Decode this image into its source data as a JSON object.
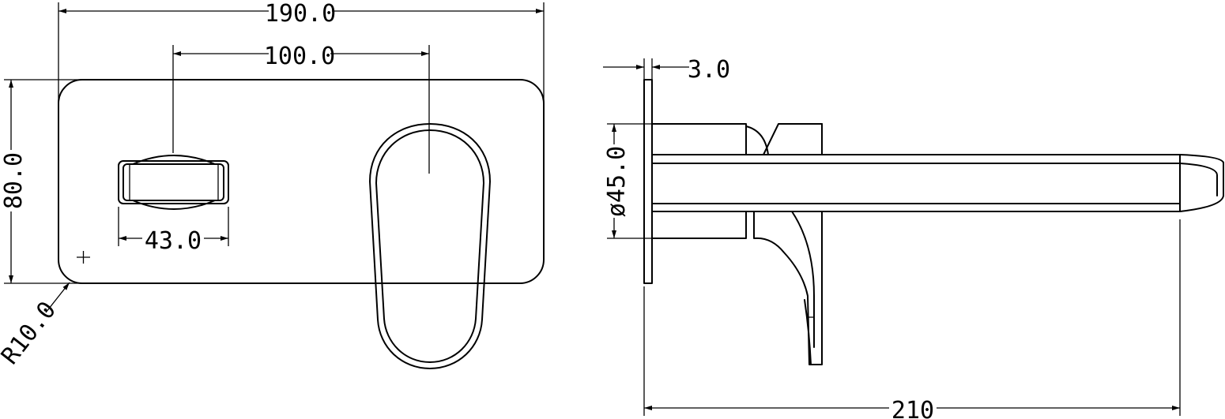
{
  "front_view": {
    "width_label": "190.0",
    "center_distance_label": "100.0",
    "height_label": "80.0",
    "diverter_width_label": "43.0",
    "corner_radius_label": "R10.0"
  },
  "side_view": {
    "plate_thickness_label": "3.0",
    "body_diameter_label": "ø45.0",
    "projection_label": "210"
  },
  "colors": {
    "line": "#000000",
    "background": "#ffffff"
  }
}
